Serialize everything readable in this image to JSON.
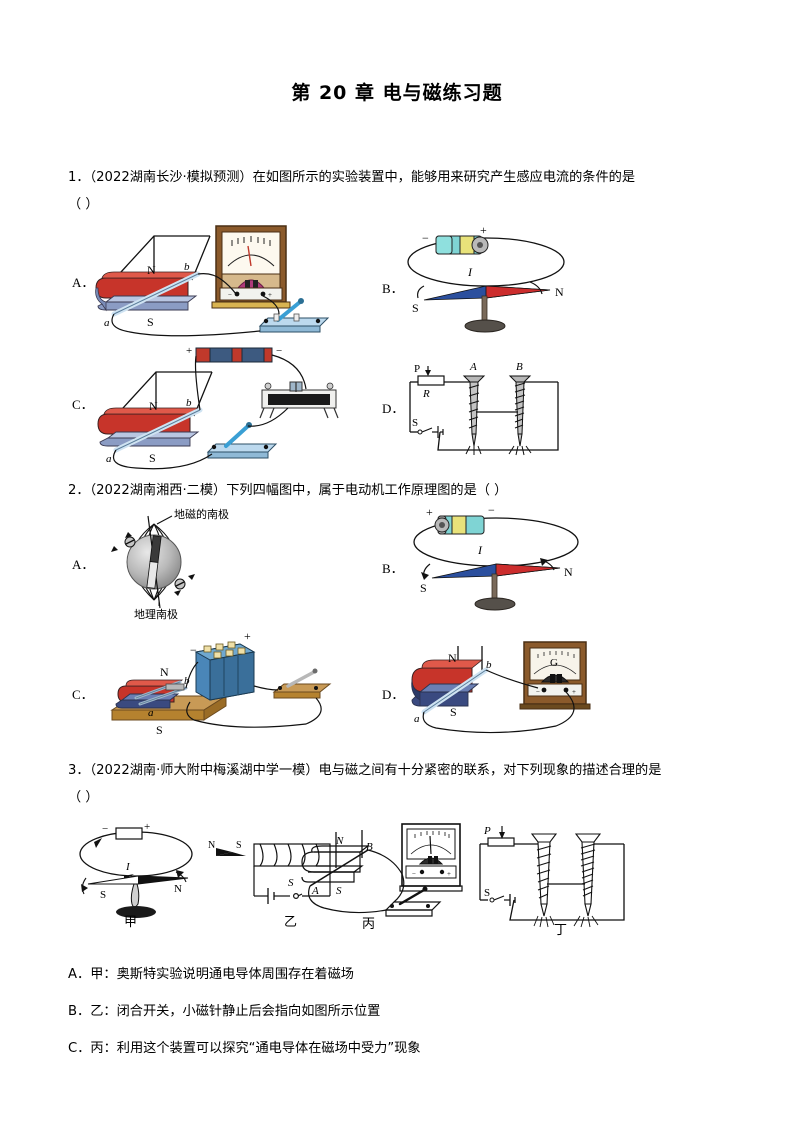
{
  "document": {
    "title": "第 20 章 电与磁练习题"
  },
  "questions": [
    {
      "id": "q1",
      "number": "1",
      "stem": "1．（2022湖南长沙·模拟预测）在如图所示的实验装置中，能够用来研究产生感应电流的条件的是",
      "blank": "（      ）",
      "options": [
        {
          "letter": "A．",
          "figure": "magnet-rod-galvanometer-switch"
        },
        {
          "letter": "B．",
          "figure": "oersted-battery-loop-compass"
        },
        {
          "letter": "C．",
          "figure": "magnet-rod-battery-rheostat-switch"
        },
        {
          "letter": "D．",
          "figure": "two-electromagnet-nails-rheostat"
        }
      ],
      "figure_labels": {
        "a": "a",
        "b": "b",
        "N": "N",
        "S": "S",
        "I": "I",
        "plus": "+",
        "minus": "−",
        "P": "P",
        "R": "R",
        "switch": "S",
        "nailA": "A",
        "nailB": "B"
      }
    },
    {
      "id": "q2",
      "number": "2",
      "stem": "2．（2022湖南湘西·二模）下列四幅图中，属于电动机工作原理图的是（      ）",
      "options": [
        {
          "letter": "A．",
          "figure": "earth-magnetic-field"
        },
        {
          "letter": "B．",
          "figure": "oersted-battery-loop-compass"
        },
        {
          "letter": "C．",
          "figure": "motor-magnet-battery-switch"
        },
        {
          "letter": "D．",
          "figure": "magnet-rod-galvanometer-G"
        }
      ],
      "figure_labels": {
        "geomagnetic_south": "地磁的南极",
        "geographic_south": "地理南极",
        "N": "N",
        "S": "S",
        "a": "a",
        "b": "b",
        "I": "I",
        "plus": "+",
        "minus": "−",
        "G": "G"
      }
    },
    {
      "id": "q3",
      "number": "3",
      "stem": "3．（2022湖南·师大附中梅溪湖中学一模）电与磁之间有十分紧密的联系，对下列现象的描述合理的是",
      "blank": "（      ）",
      "figure_captions": [
        "甲",
        "乙",
        "丙",
        "丁"
      ],
      "figure_labels": {
        "N": "N",
        "S": "S",
        "I": "I",
        "A": "A",
        "B": "B",
        "P": "P",
        "switch": "S",
        "plus": "+",
        "minus": "−"
      },
      "options": [
        {
          "letter": "A．",
          "text": "A．甲：奥斯特实验说明通电导体周围存在着磁场"
        },
        {
          "letter": "B．",
          "text": "B．乙：闭合开关，小磁针静止后会指向如图所示位置"
        },
        {
          "letter": "C．",
          "text": "C．丙：利用这个装置可以探究“通电导体在磁场中受力”现象"
        }
      ]
    }
  ],
  "colors": {
    "magnet_north": "#d03a26",
    "magnet_south": "#32558f",
    "magnet_south_light": "#a8b8d8",
    "battery_body": "#7fd4d4",
    "battery_cap": "#e8e27a",
    "wood": "#b5822f",
    "meter_frame": "#8b5a2b",
    "wire": "#1a1a1a",
    "switch_blue": "#3a9fd4",
    "battery_pack": "#4a86b8"
  }
}
